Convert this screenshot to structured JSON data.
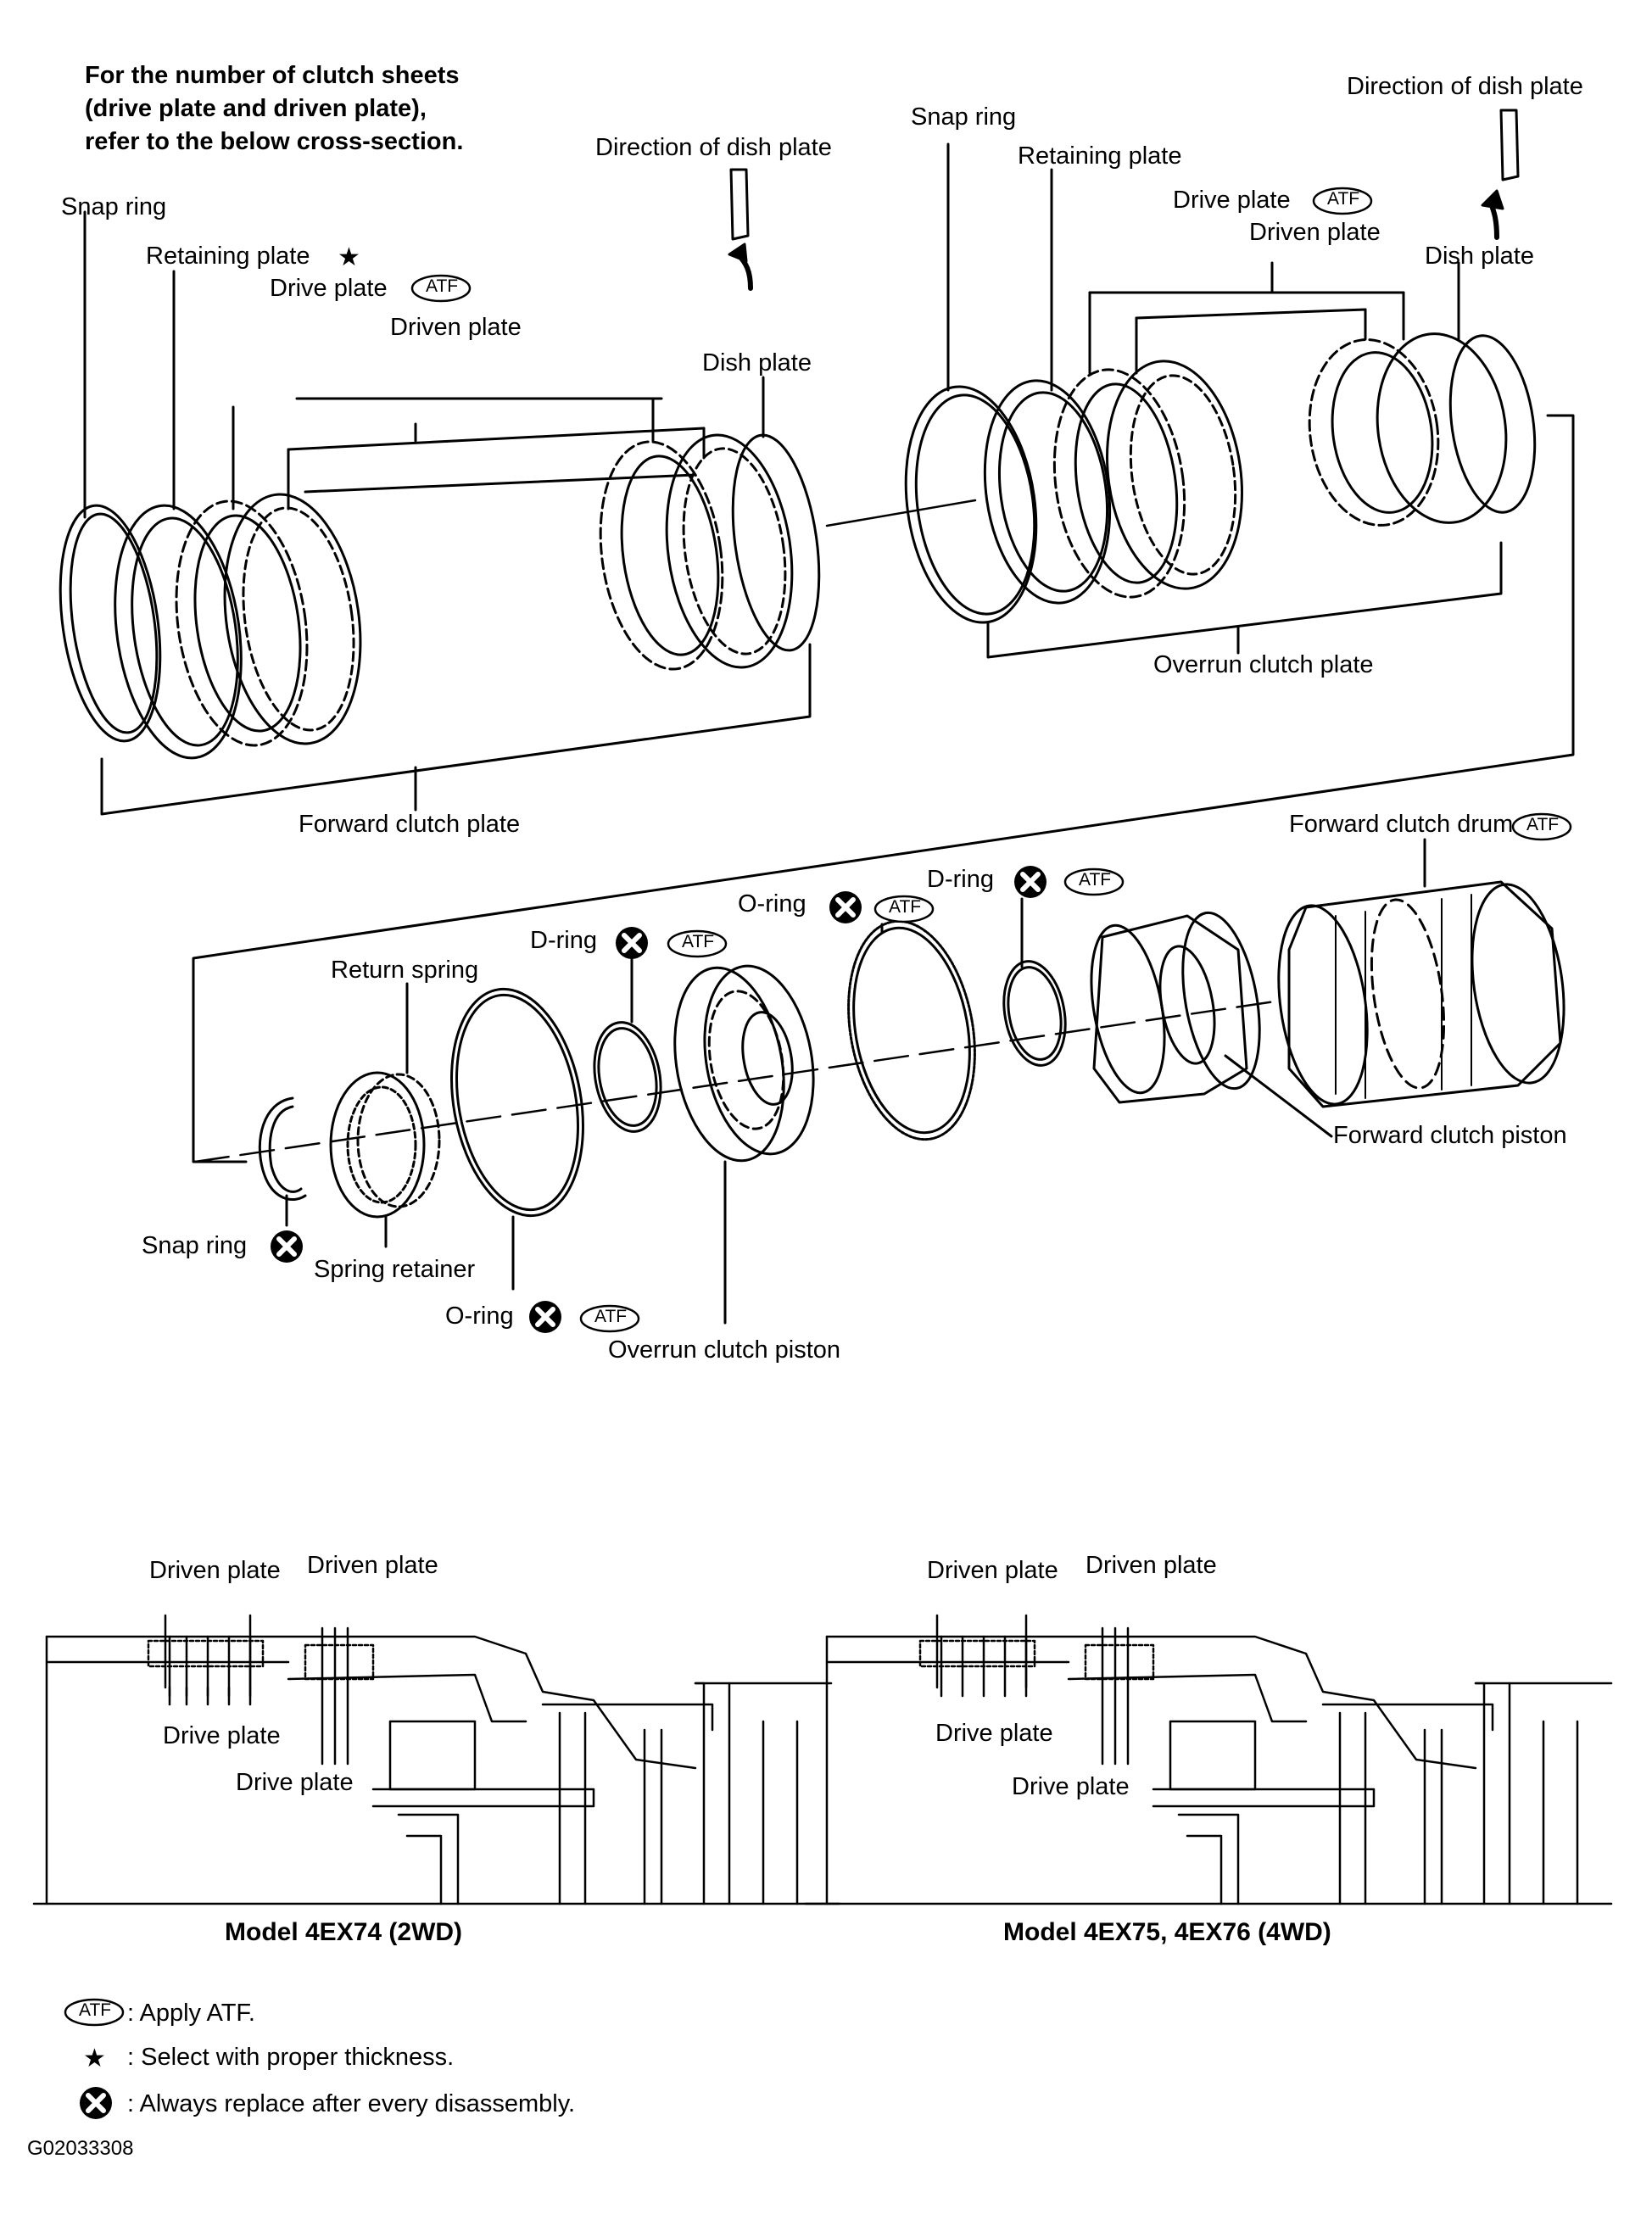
{
  "note": {
    "lines": [
      "For the number of clutch sheets",
      "(drive plate and driven plate),",
      "refer to the below cross-section."
    ]
  },
  "labels": {
    "snap_ring": "Snap ring",
    "retaining_plate": "Retaining plate",
    "drive_plate": "Drive plate",
    "driven_plate": "Driven plate",
    "dish_plate": "Dish plate",
    "direction_of_dish_plate": "Direction of dish plate",
    "forward_clutch_plate": "Forward clutch plate",
    "overrun_clutch_plate": "Overrun clutch plate",
    "forward_clutch_drum": "Forward clutch drum",
    "return_spring": "Return spring",
    "d_ring": "D-ring",
    "o_ring": "O-ring",
    "spring_retainer": "Spring retainer",
    "overrun_clutch_piston": "Overrun clutch piston",
    "forward_clutch_piston": "Forward clutch piston"
  },
  "cross_sections": {
    "left_caption": "Model 4EX74 (2WD)",
    "right_caption": "Model 4EX75, 4EX76 (4WD)"
  },
  "symbols": {
    "atf": "ATF"
  },
  "legend": {
    "atf_text": ": Apply ATF.",
    "star_text": ": Select with proper thickness.",
    "replace_text": ": Always replace after every disassembly."
  },
  "figure_code": "G02033308"
}
